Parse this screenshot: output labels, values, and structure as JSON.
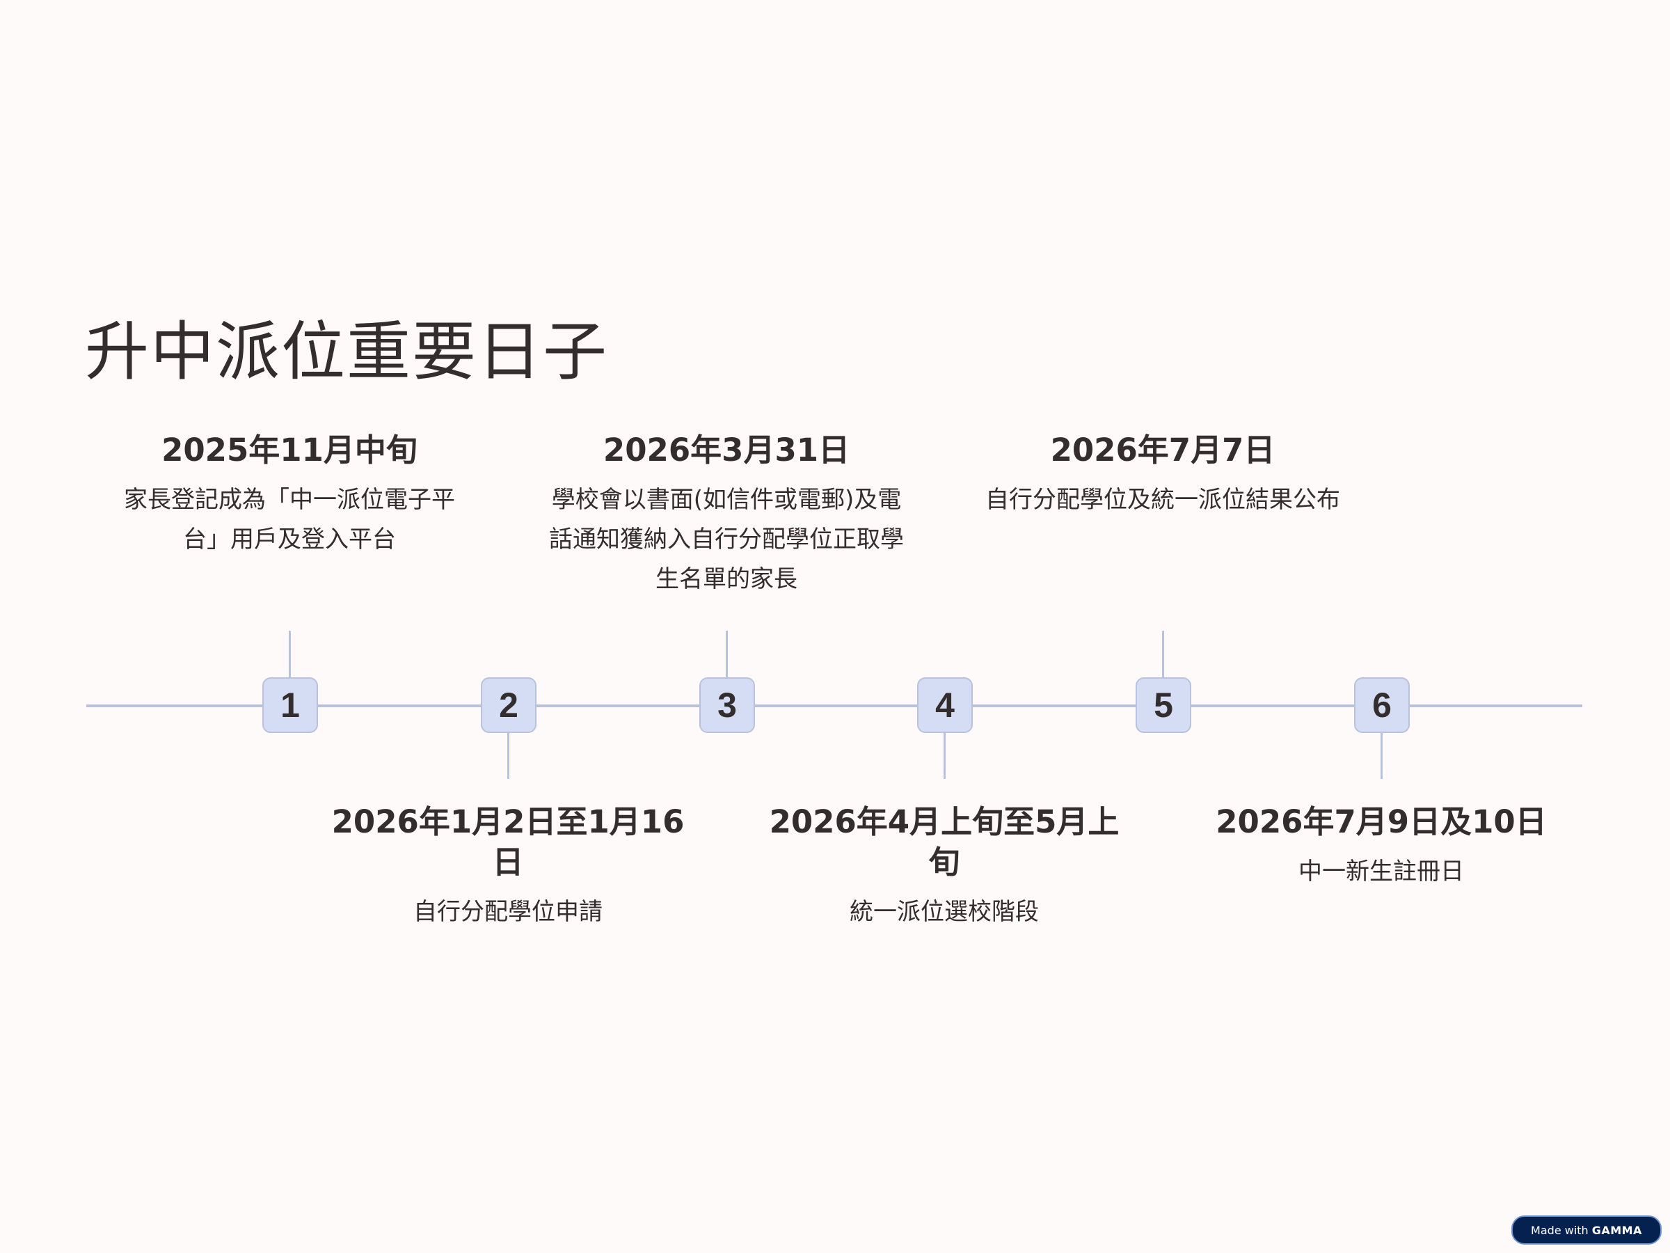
{
  "title": "升中派位重要日子",
  "events": [
    {
      "number": "1",
      "date": "2025年11月中旬",
      "description": "家長登記成為「中一派位電子平台」用戶及登入平台"
    },
    {
      "number": "2",
      "date": "2026年1月2日至1月16日",
      "description": "自行分配學位申請"
    },
    {
      "number": "3",
      "date": "2026年3月31日",
      "description": "學校會以書面(如信件或電郵)及電話通知獲納入自行分配學位正取學生名單的家長"
    },
    {
      "number": "4",
      "date": "2026年4月上旬至5月上旬",
      "description": "統一派位選校階段"
    },
    {
      "number": "5",
      "date": "2026年7月7日",
      "description": "自行分配學位及統一派位結果公布"
    },
    {
      "number": "6",
      "date": "2026年7月9日及10日",
      "description": "中一新生註冊日"
    }
  ],
  "badge": {
    "prefix": "Made with",
    "brand": "GAMMA"
  }
}
